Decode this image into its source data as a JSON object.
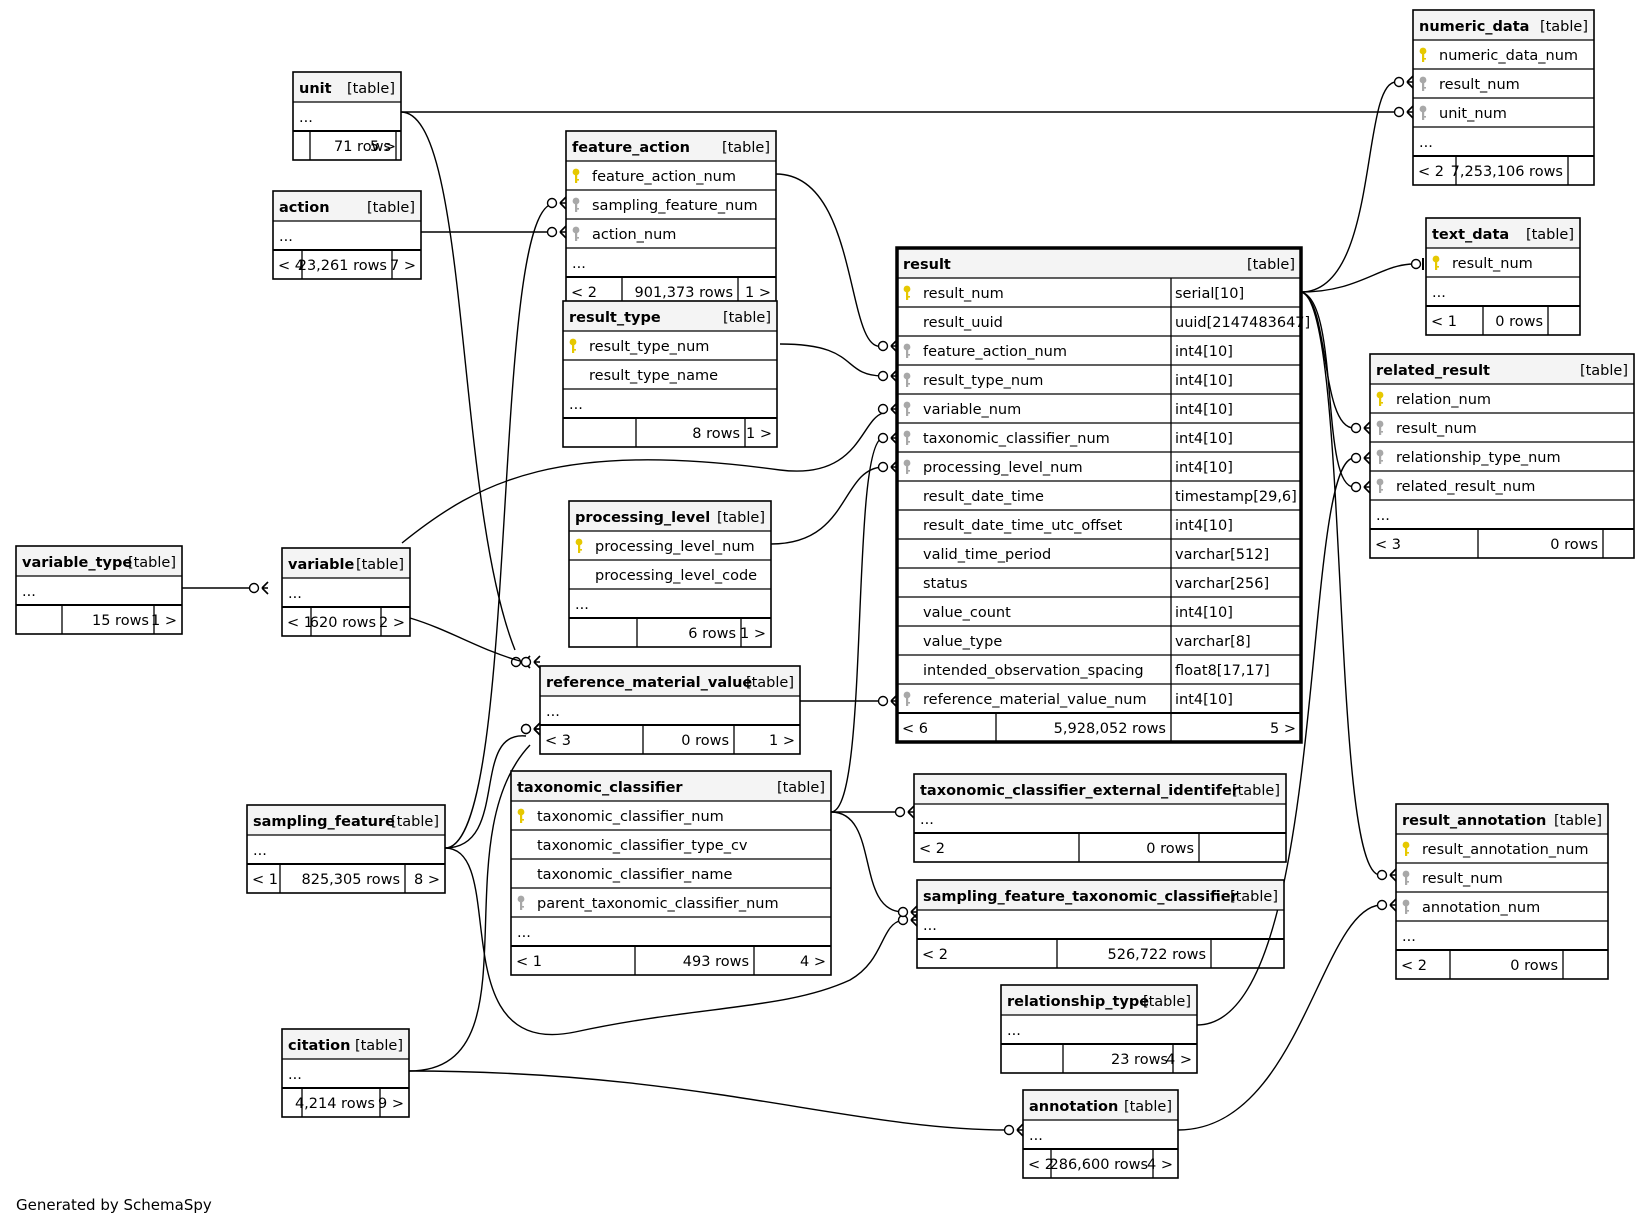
{
  "footer": "Generated by SchemaSpy",
  "colors": {
    "pk_key": "#e6c800",
    "fk_key": "#a8a8a8",
    "header_bg": "#f4f4f4",
    "line": "#000000"
  },
  "tables": {
    "unit": {
      "name": "unit",
      "tag": "[table]",
      "rows": [],
      "footer": [
        "",
        "71 rows",
        "5 >"
      ]
    },
    "action": {
      "name": "action",
      "tag": "[table]",
      "rows": [],
      "footer": [
        "< 4",
        "23,261 rows",
        "7 >"
      ]
    },
    "variable_type": {
      "name": "variable_type",
      "tag": "[table]",
      "rows": [],
      "footer": [
        "",
        "15 rows",
        "1 >"
      ]
    },
    "variable": {
      "name": "variable",
      "tag": "[table]",
      "rows": [],
      "footer": [
        "< 1",
        "620 rows",
        "2 >"
      ]
    },
    "feature_action": {
      "name": "feature_action",
      "tag": "[table]",
      "rows": [
        {
          "name": "feature_action_num",
          "key": "pk"
        },
        {
          "name": "sampling_feature_num",
          "key": "fk"
        },
        {
          "name": "action_num",
          "key": "fk"
        }
      ],
      "footer": [
        "< 2",
        "901,373 rows",
        "1 >"
      ]
    },
    "result_type": {
      "name": "result_type",
      "tag": "[table]",
      "rows": [
        {
          "name": "result_type_num",
          "key": "pk"
        },
        {
          "name": "result_type_name",
          "key": ""
        }
      ],
      "footer": [
        "",
        "8 rows",
        "1 >"
      ]
    },
    "processing_level": {
      "name": "processing_level",
      "tag": "[table]",
      "rows": [
        {
          "name": "processing_level_num",
          "key": "pk"
        },
        {
          "name": "processing_level_code",
          "key": ""
        }
      ],
      "footer": [
        "",
        "6 rows",
        "1 >"
      ]
    },
    "reference_material_value": {
      "name": "reference_material_value",
      "tag": "[table]",
      "rows": [],
      "footer": [
        "< 3",
        "0 rows",
        "1 >"
      ]
    },
    "sampling_feature": {
      "name": "sampling_feature",
      "tag": "[table]",
      "rows": [],
      "footer": [
        "< 1",
        "825,305 rows",
        "8 >"
      ]
    },
    "citation": {
      "name": "citation",
      "tag": "[table]",
      "rows": [],
      "footer": [
        "",
        "4,214 rows",
        "9 >"
      ]
    },
    "taxonomic_classifier": {
      "name": "taxonomic_classifier",
      "tag": "[table]",
      "rows": [
        {
          "name": "taxonomic_classifier_num",
          "key": "pk"
        },
        {
          "name": "taxonomic_classifier_type_cv",
          "key": ""
        },
        {
          "name": "taxonomic_classifier_name",
          "key": ""
        },
        {
          "name": "parent_taxonomic_classifier_num",
          "key": "fk"
        }
      ],
      "footer": [
        "< 1",
        "493 rows",
        "4 >"
      ]
    },
    "result": {
      "name": "result",
      "tag": "[table]",
      "rows": [
        {
          "name": "result_num",
          "key": "pk",
          "type": "serial[10]"
        },
        {
          "name": "result_uuid",
          "key": "",
          "type": "uuid[2147483647]"
        },
        {
          "name": "feature_action_num",
          "key": "fk",
          "type": "int4[10]"
        },
        {
          "name": "result_type_num",
          "key": "fk",
          "type": "int4[10]"
        },
        {
          "name": "variable_num",
          "key": "fk",
          "type": "int4[10]"
        },
        {
          "name": "taxonomic_classifier_num",
          "key": "fk",
          "type": "int4[10]"
        },
        {
          "name": "processing_level_num",
          "key": "fk",
          "type": "int4[10]"
        },
        {
          "name": "result_date_time",
          "key": "",
          "type": "timestamp[29,6]"
        },
        {
          "name": "result_date_time_utc_offset",
          "key": "",
          "type": "int4[10]"
        },
        {
          "name": "valid_time_period",
          "key": "",
          "type": "varchar[512]"
        },
        {
          "name": "status",
          "key": "",
          "type": "varchar[256]"
        },
        {
          "name": "value_count",
          "key": "",
          "type": "int4[10]"
        },
        {
          "name": "value_type",
          "key": "",
          "type": "varchar[8]"
        },
        {
          "name": "intended_observation_spacing",
          "key": "",
          "type": "float8[17,17]"
        },
        {
          "name": "reference_material_value_num",
          "key": "fk",
          "type": "int4[10]"
        }
      ],
      "footer": [
        "< 6",
        "5,928,052 rows",
        "5 >"
      ]
    },
    "taxonomic_classifier_external_identifer": {
      "name": "taxonomic_classifier_external_identifer",
      "tag": "[table]",
      "rows": [],
      "footer": [
        "< 2",
        "0 rows",
        ""
      ]
    },
    "sampling_feature_taxonomic_classifier": {
      "name": "sampling_feature_taxonomic_classifier",
      "tag": "[table]",
      "rows": [],
      "footer": [
        "< 2",
        "526,722 rows",
        ""
      ]
    },
    "relationship_type": {
      "name": "relationship_type",
      "tag": "[table]",
      "rows": [],
      "footer": [
        "",
        "23 rows",
        "4 >"
      ]
    },
    "annotation": {
      "name": "annotation",
      "tag": "[table]",
      "rows": [],
      "footer": [
        "< 2",
        "286,600 rows",
        "4 >"
      ]
    },
    "numeric_data": {
      "name": "numeric_data",
      "tag": "[table]",
      "rows": [
        {
          "name": "numeric_data_num",
          "key": "pk"
        },
        {
          "name": "result_num",
          "key": "fk"
        },
        {
          "name": "unit_num",
          "key": "fk"
        }
      ],
      "footer": [
        "< 2",
        "7,253,106 rows",
        ""
      ]
    },
    "text_data": {
      "name": "text_data",
      "tag": "[table]",
      "rows": [
        {
          "name": "result_num",
          "key": "pk"
        }
      ],
      "footer": [
        "< 1",
        "0 rows",
        ""
      ]
    },
    "related_result": {
      "name": "related_result",
      "tag": "[table]",
      "rows": [
        {
          "name": "relation_num",
          "key": "pk"
        },
        {
          "name": "result_num",
          "key": "fk"
        },
        {
          "name": "relationship_type_num",
          "key": "fk"
        },
        {
          "name": "related_result_num",
          "key": "fk"
        }
      ],
      "footer": [
        "< 3",
        "0 rows",
        ""
      ]
    },
    "result_annotation": {
      "name": "result_annotation",
      "tag": "[table]",
      "rows": [
        {
          "name": "result_annotation_num",
          "key": "pk"
        },
        {
          "name": "result_num",
          "key": "fk"
        },
        {
          "name": "annotation_num",
          "key": "fk"
        }
      ],
      "footer": [
        "< 2",
        "0 rows",
        ""
      ]
    }
  }
}
